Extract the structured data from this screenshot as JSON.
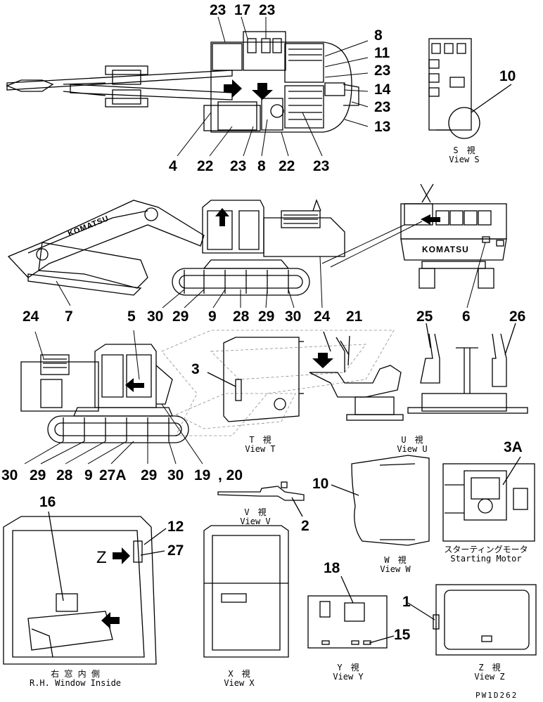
{
  "callouts": {
    "c23a": "23",
    "c17": "17",
    "c23b": "23",
    "c8a": "8",
    "c11": "11",
    "c23c": "23",
    "c14": "14",
    "c23d": "23",
    "c13": "13",
    "c4": "4",
    "c22a": "22",
    "c23e": "23",
    "c8b": "8",
    "c22b": "22",
    "c23f": "23",
    "c10a": "10",
    "c7": "7",
    "c30a": "30",
    "c29a": "29",
    "c9a": "9",
    "c28a": "28",
    "c29b": "29",
    "c30b": "30",
    "c24a": "24",
    "c6": "6",
    "c24b": "24",
    "c5": "5",
    "c3": "3",
    "c21": "21",
    "c25": "25",
    "c26": "26",
    "c30c": "30",
    "c29c": "29",
    "c28b": "28",
    "c9b": "9",
    "c27a": "27A",
    "c29d": "29",
    "c30d": "30",
    "c19": "19",
    "c20": ", 20",
    "c10b": "10",
    "c3a": "3A",
    "c2": "2",
    "c16": "16",
    "c12": "12",
    "c27": "27",
    "cZ": "Z",
    "c18": "18",
    "c1": "1",
    "c15": "15"
  },
  "captions": {
    "view_s": {
      "jp": "S　視",
      "en": "View S"
    },
    "view_t": {
      "jp": "T　視",
      "en": "View T"
    },
    "view_u": {
      "jp": "U　視",
      "en": "View U"
    },
    "view_v": {
      "jp": "V　視",
      "en": "View V"
    },
    "view_w": {
      "jp": "W　視",
      "en": "View W"
    },
    "starting_motor": {
      "jp": "スターティングモータ",
      "en": "Starting Motor"
    },
    "rh_window": {
      "jp": "右 窓 内 側",
      "en": "R.H. Window Inside"
    },
    "view_x": {
      "jp": "X　視",
      "en": "View X"
    },
    "view_y": {
      "jp": "Y　視",
      "en": "View Y"
    },
    "view_z": {
      "jp": "Z　視",
      "en": "View Z"
    }
  },
  "brand_text": "KOMATSU",
  "drawing_code": "PW1D262"
}
